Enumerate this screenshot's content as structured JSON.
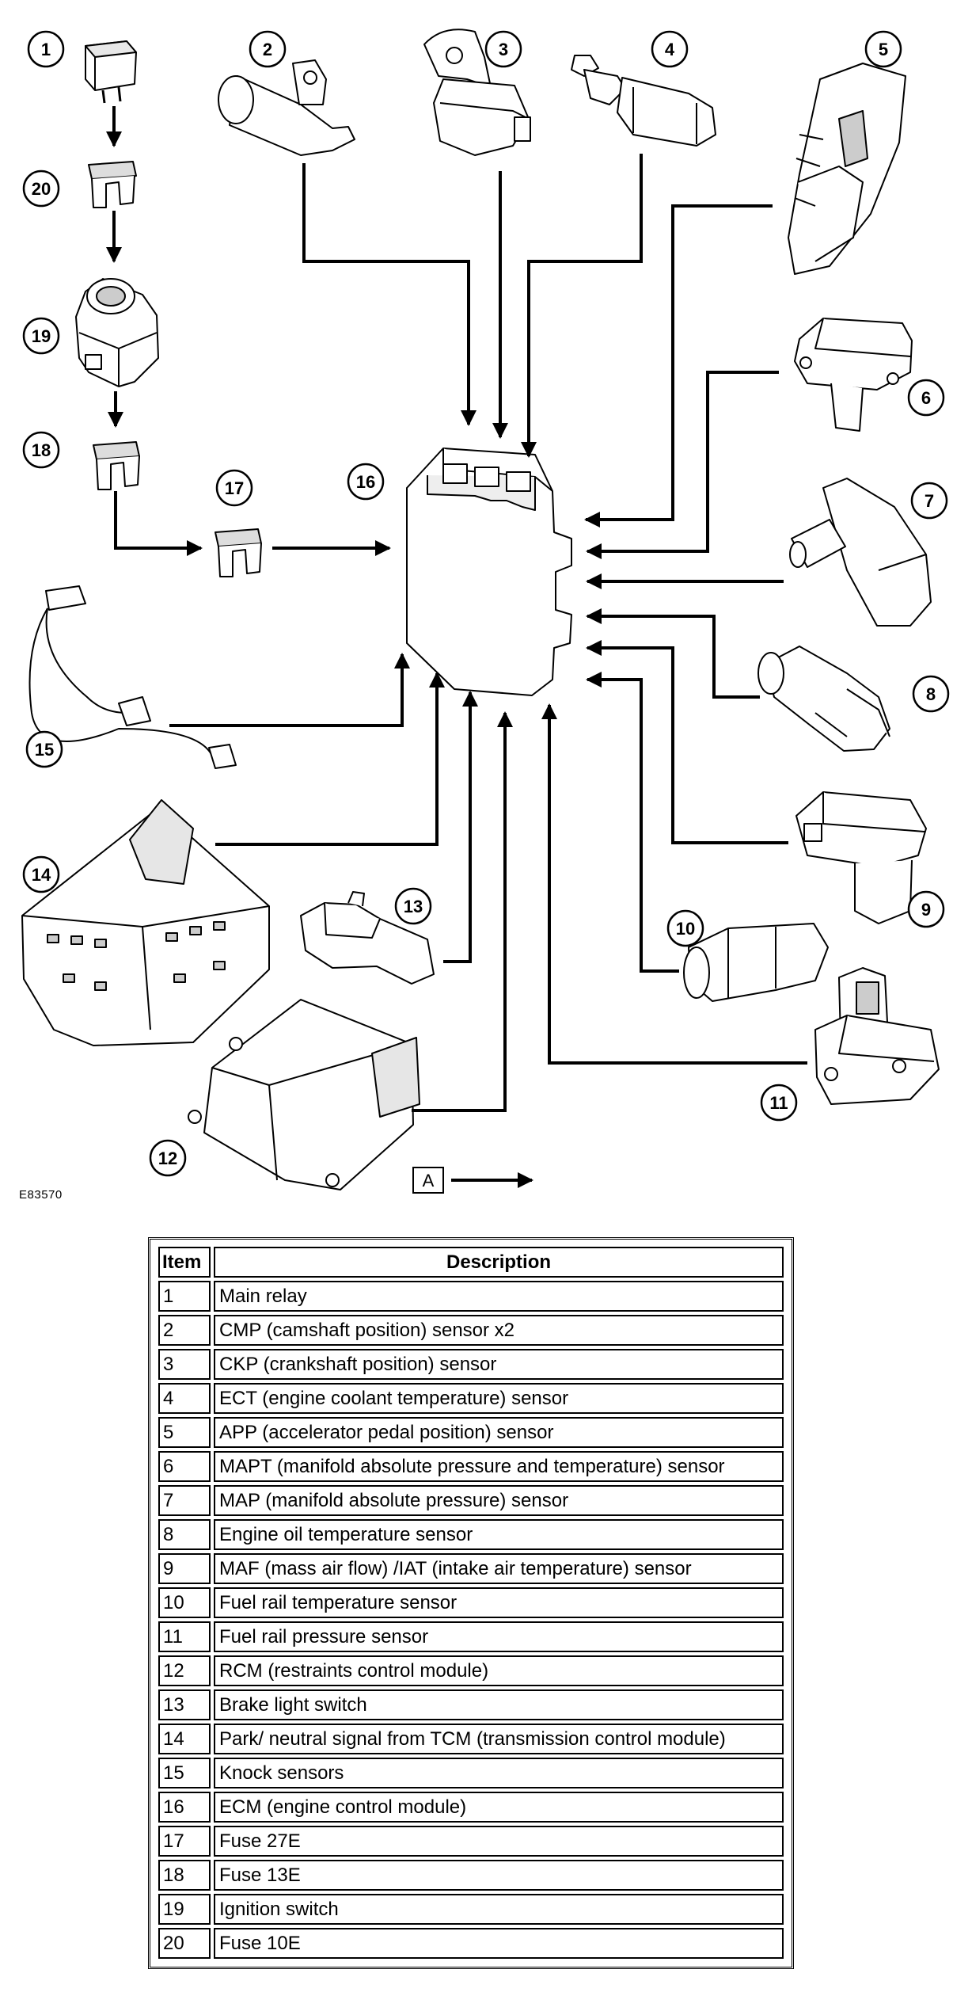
{
  "figure_id": "E83570",
  "view_label": "A",
  "callouts": [
    "1",
    "2",
    "3",
    "4",
    "5",
    "6",
    "7",
    "8",
    "9",
    "10",
    "11",
    "12",
    "13",
    "14",
    "15",
    "16",
    "17",
    "18",
    "19",
    "20"
  ],
  "table": {
    "headers": {
      "item": "Item",
      "description": "Description"
    },
    "rows": [
      {
        "item": "1",
        "description": "Main relay"
      },
      {
        "item": "2",
        "description": "CMP (camshaft position) sensor x2"
      },
      {
        "item": "3",
        "description": "CKP (crankshaft position) sensor"
      },
      {
        "item": "4",
        "description": "ECT (engine coolant temperature) sensor"
      },
      {
        "item": "5",
        "description": "APP (accelerator pedal position) sensor"
      },
      {
        "item": "6",
        "description": "MAPT (manifold absolute pressure and temperature) sensor"
      },
      {
        "item": "7",
        "description": "MAP (manifold absolute pressure) sensor"
      },
      {
        "item": "8",
        "description": "Engine oil temperature sensor"
      },
      {
        "item": "9",
        "description": "MAF (mass air flow) /IAT (intake air temperature) sensor"
      },
      {
        "item": "10",
        "description": "Fuel rail temperature sensor"
      },
      {
        "item": "11",
        "description": "Fuel rail pressure sensor"
      },
      {
        "item": "12",
        "description": "RCM (restraints control module)"
      },
      {
        "item": "13",
        "description": "Brake light switch"
      },
      {
        "item": "14",
        "description": "Park/ neutral signal from TCM (transmission control module)"
      },
      {
        "item": "15",
        "description": "Knock sensors"
      },
      {
        "item": "16",
        "description": "ECM (engine control module)"
      },
      {
        "item": "17",
        "description": "Fuse 27E"
      },
      {
        "item": "18",
        "description": "Fuse 13E"
      },
      {
        "item": "19",
        "description": "Ignition switch"
      },
      {
        "item": "20",
        "description": "Fuse 10E"
      }
    ]
  }
}
